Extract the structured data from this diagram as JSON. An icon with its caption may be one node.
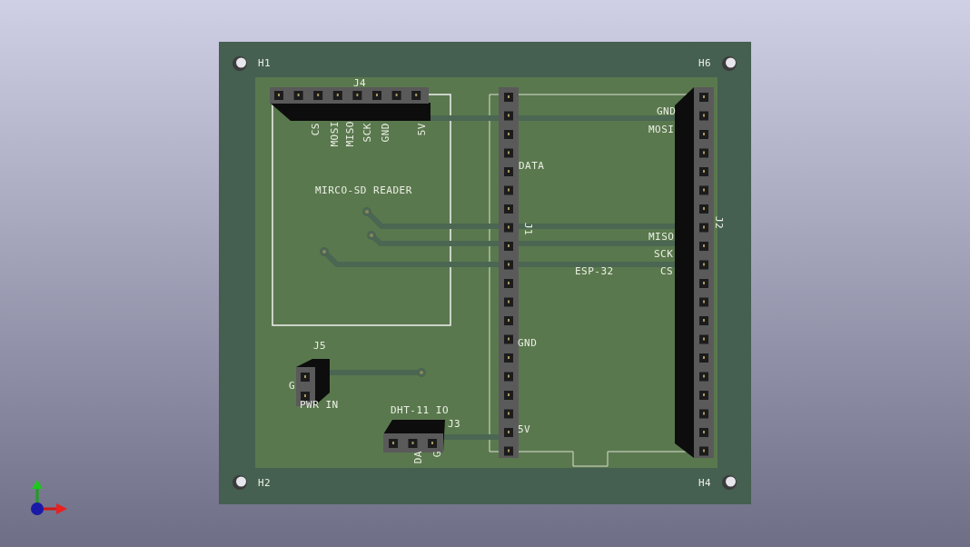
{
  "diagram": {
    "labels": [
      "H1",
      "H6",
      "J4",
      "CS",
      "MOSI",
      "MISO",
      "SCK",
      "GND",
      "5V",
      "DATA",
      "J1",
      "GND",
      "MOSI",
      "J2",
      "MIRCO-SD READER",
      "MISO",
      "SCK",
      "ESP-32",
      "CS",
      "J5",
      "GND",
      "G",
      "PWR IN",
      "DHT-11 IO",
      "J3",
      "5V",
      "DA",
      "G",
      "H2",
      "H4"
    ]
  }
}
